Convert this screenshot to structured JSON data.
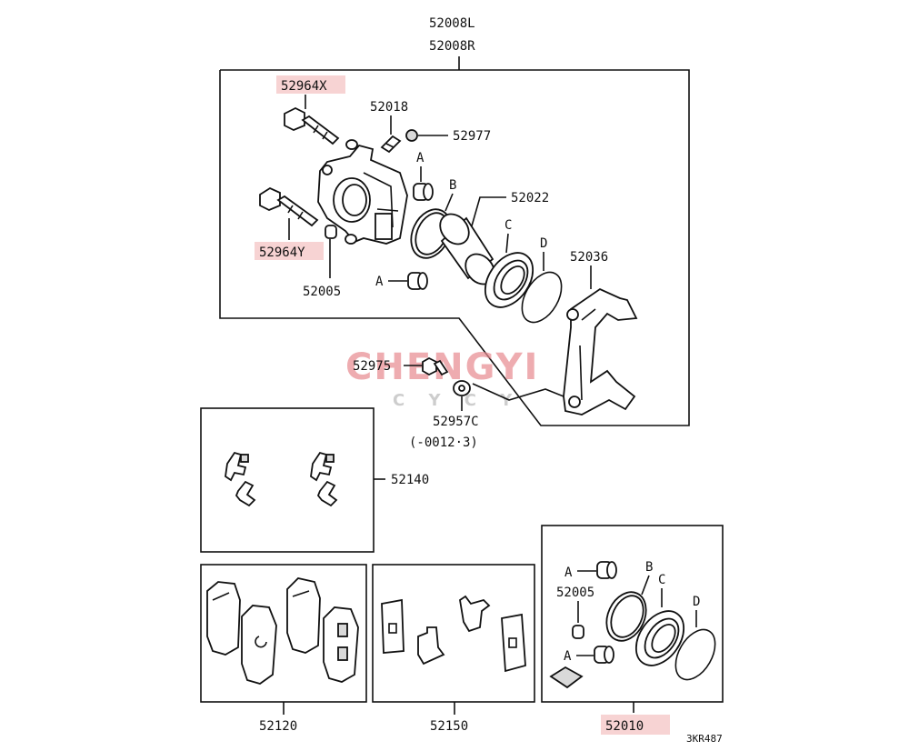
{
  "title_parts": {
    "caliper_left": "52008L",
    "caliper_right": "52008R"
  },
  "callouts": {
    "p52964x": "52964X",
    "p52018": "52018",
    "p52977": "52977",
    "p52022": "52022",
    "p52964y": "52964Y",
    "p52005": "52005",
    "p52036": "52036",
    "p52975": "52975",
    "p52957c": "52957C",
    "p52957c_note": "(-0012·3)",
    "p52140": "52140",
    "p52120": "52120",
    "p52150": "52150",
    "p52010": "52010",
    "p52005_kit": "52005"
  },
  "letters": {
    "a_top": "A",
    "a_mid": "A",
    "b": "B",
    "c": "C",
    "d": "D",
    "kit_a_top": "A",
    "kit_a_bottom": "A",
    "kit_b": "B",
    "kit_c": "C",
    "kit_d": "D"
  },
  "watermark": {
    "brand": "CHENGYI",
    "sub": "C Y C Y"
  },
  "diagram_code": "3KR487",
  "colors": {
    "highlight": "#f7d3d3",
    "line": "#111111",
    "watermark": "#e7898f",
    "watermark_sub": "#b9b9b9"
  }
}
